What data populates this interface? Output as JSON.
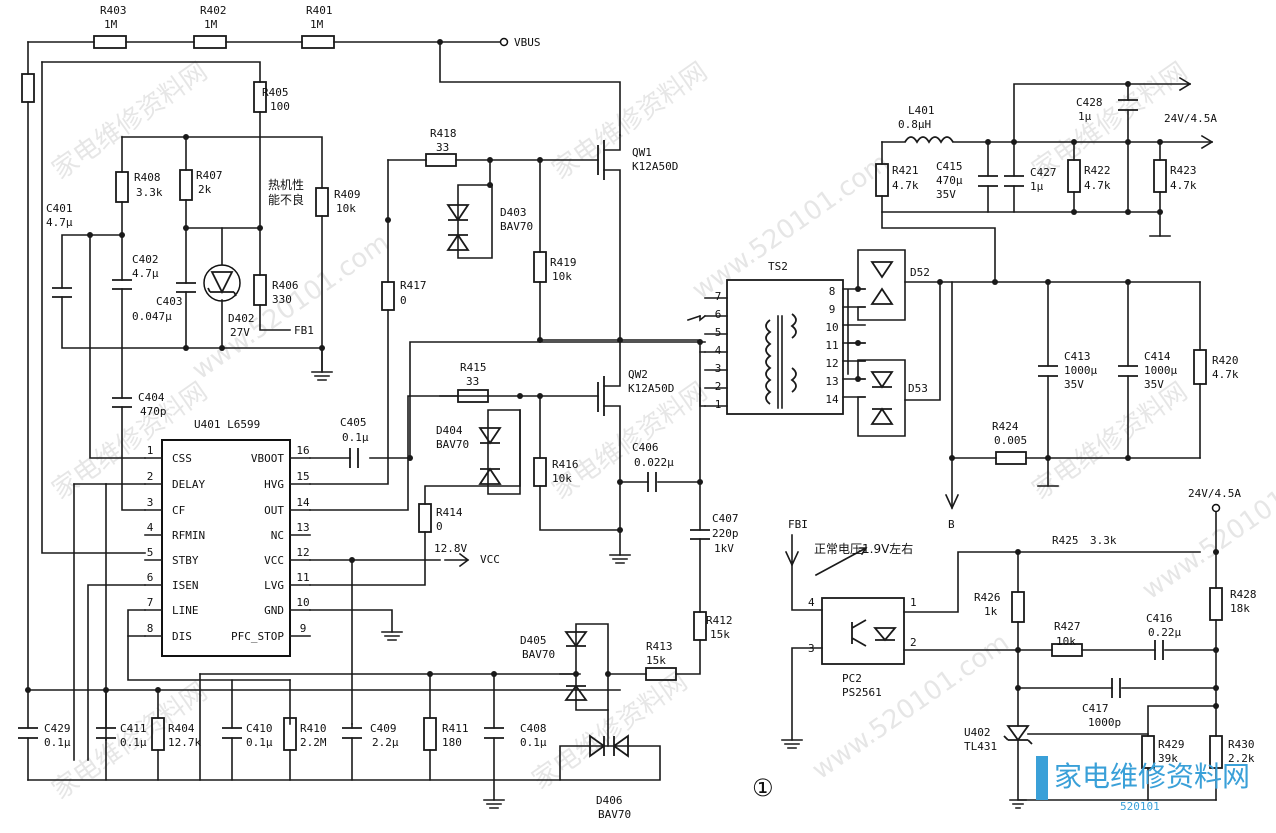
{
  "resistors": {
    "r403": {
      "ref": "R403",
      "val": "1M"
    },
    "r402": {
      "ref": "R402",
      "val": "1M"
    },
    "r401": {
      "ref": "R401",
      "val": "1M"
    },
    "r405": {
      "ref": "R405",
      "val": "100"
    },
    "r408": {
      "ref": "R408",
      "val": "3.3k"
    },
    "r407": {
      "ref": "R407",
      "val": "2k"
    },
    "r409": {
      "ref": "R409",
      "val": "10k"
    },
    "r406": {
      "ref": "R406",
      "val": "330"
    },
    "r418": {
      "ref": "R418",
      "val": "33"
    },
    "r419": {
      "ref": "R419",
      "val": "10k"
    },
    "r417": {
      "ref": "R417",
      "val": "0"
    },
    "r415": {
      "ref": "R415",
      "val": "33"
    },
    "r416": {
      "ref": "R416",
      "val": "10k"
    },
    "r414": {
      "ref": "R414",
      "val": "0"
    },
    "r412": {
      "ref": "R412",
      "val": "15k"
    },
    "r413": {
      "ref": "R413",
      "val": "15k"
    },
    "r404": {
      "ref": "R404",
      "val": "12.7k"
    },
    "r410": {
      "ref": "R410",
      "val": "2.2M"
    },
    "r411": {
      "ref": "R411",
      "val": "180"
    },
    "r421": {
      "ref": "R421",
      "val": "4.7k"
    },
    "r422": {
      "ref": "R422",
      "val": "4.7k"
    },
    "r423": {
      "ref": "R423",
      "val": "4.7k"
    },
    "r420": {
      "ref": "R420",
      "val": "4.7k"
    },
    "r424": {
      "ref": "R424",
      "val": "0.005"
    },
    "r425": {
      "ref": "R425",
      "val": "3.3k"
    },
    "r426": {
      "ref": "R426",
      "val": "1k"
    },
    "r427": {
      "ref": "R427",
      "val": "10k"
    },
    "r428": {
      "ref": "R428",
      "val": "18k"
    },
    "r429": {
      "ref": "R429",
      "val": "39k"
    },
    "r430": {
      "ref": "R430",
      "val": "2.2k"
    }
  },
  "capacitors": {
    "c401": {
      "ref": "C401",
      "val": "4.7μ"
    },
    "c402": {
      "ref": "C402",
      "val": "4.7μ"
    },
    "c403": {
      "ref": "C403",
      "val": "0.047μ"
    },
    "c404": {
      "ref": "C404",
      "val": "470p"
    },
    "c405": {
      "ref": "C405",
      "val": "0.1μ"
    },
    "c406": {
      "ref": "C406",
      "val": "0.022μ"
    },
    "c407": {
      "ref": "C407",
      "val": "220p",
      "rating": "1kV"
    },
    "c429": {
      "ref": "C429",
      "val": "0.1μ"
    },
    "c411": {
      "ref": "C411",
      "val": "0.1μ"
    },
    "c410": {
      "ref": "C410",
      "val": "0.1μ"
    },
    "c409": {
      "ref": "C409",
      "val": "2.2μ"
    },
    "c408": {
      "ref": "C408",
      "val": "0.1μ"
    },
    "c415": {
      "ref": "C415",
      "val": "470μ",
      "rating": "35V"
    },
    "c427": {
      "ref": "C427",
      "val": "1μ"
    },
    "c428": {
      "ref": "C428",
      "val": "1μ"
    },
    "c413": {
      "ref": "C413",
      "val": "1000μ",
      "rating": "35V"
    },
    "c414": {
      "ref": "C414",
      "val": "1000μ",
      "rating": "35V"
    },
    "c416": {
      "ref": "C416",
      "val": "0.22μ"
    },
    "c417": {
      "ref": "C417",
      "val": "1000p"
    }
  },
  "semis": {
    "d402": {
      "ref": "D402",
      "val": "27V"
    },
    "d403": {
      "ref": "D403",
      "val": "BAV70"
    },
    "d404": {
      "ref": "D404",
      "val": "BAV70"
    },
    "d405": {
      "ref": "D405",
      "val": "BAV70"
    },
    "d406": {
      "ref": "D406",
      "val": "BAV70"
    },
    "d52": {
      "ref": "D52"
    },
    "d53": {
      "ref": "D53"
    },
    "qw1": {
      "ref": "QW1",
      "val": "K12A50D"
    },
    "qw2": {
      "ref": "QW2",
      "val": "K12A50D"
    },
    "l401": {
      "ref": "L401",
      "val": "0.8μH"
    },
    "ts2": {
      "ref": "TS2"
    },
    "pc2": {
      "ref": "PC2",
      "val": "PS2561"
    },
    "u402": {
      "ref": "U402",
      "val": "TL431"
    }
  },
  "ic": {
    "title": "U401 L6599",
    "left_pins": [
      {
        "num": "1",
        "name": "CSS"
      },
      {
        "num": "2",
        "name": "DELAY"
      },
      {
        "num": "3",
        "name": "CF"
      },
      {
        "num": "4",
        "name": "RFMIN"
      },
      {
        "num": "5",
        "name": "STBY"
      },
      {
        "num": "6",
        "name": "ISEN"
      },
      {
        "num": "7",
        "name": "LINE"
      },
      {
        "num": "8",
        "name": "DIS"
      }
    ],
    "right_pins": [
      {
        "num": "16",
        "name": "VBOOT"
      },
      {
        "num": "15",
        "name": "HVG"
      },
      {
        "num": "14",
        "name": "OUT"
      },
      {
        "num": "13",
        "name": "NC"
      },
      {
        "num": "12",
        "name": "VCC"
      },
      {
        "num": "11",
        "name": "LVG"
      },
      {
        "num": "10",
        "name": "GND"
      },
      {
        "num": "9",
        "name": "PFC_STOP"
      }
    ]
  },
  "ts2_pins": [
    "7",
    "6",
    "5",
    "4",
    "3",
    "2",
    "1",
    "8",
    "9",
    "10",
    "11",
    "12",
    "13",
    "14"
  ],
  "nets": {
    "vbus": "VBUS",
    "fb1": "FB1",
    "fb1_in": "FBI",
    "vcc": "VCC",
    "vcc_volt": "12.8V",
    "out1": "24V/4.5A",
    "out2": "24V/4.5A",
    "b": "B"
  },
  "notes": {
    "thermal_1": "热机性",
    "thermal_2": "能不良",
    "normal_volt": "正常电压1.9V左右",
    "circle": "①"
  },
  "watermark": {
    "text": "家电维修资料网",
    "url": "www.520101.com",
    "logo": "家电维修资料网",
    "logo_url": "520101"
  }
}
